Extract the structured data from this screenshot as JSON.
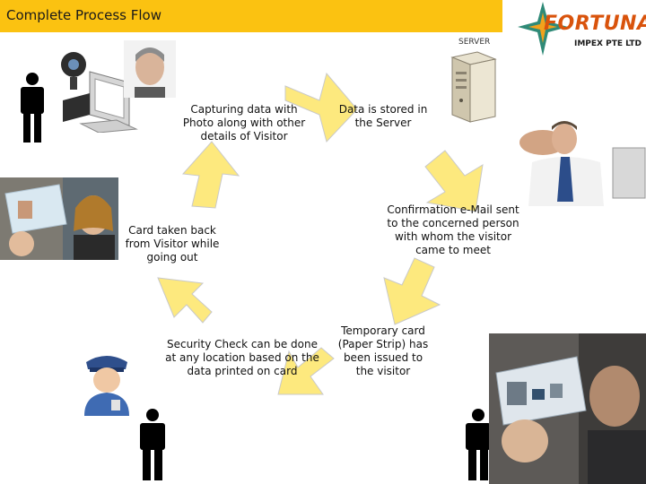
{
  "header": {
    "title": "Complete Process Flow"
  },
  "logo": {
    "name": "FORTUNA",
    "subtitle": "IMPEX PTE LTD"
  },
  "server": {
    "label": "SERVER"
  },
  "steps": [
    {
      "text": "Capturing data with Photo along with other details of Visitor"
    },
    {
      "text": "Data is stored in the Server"
    },
    {
      "text": "Confirmation e-Mail sent to the concerned person with whom the visitor came to meet"
    },
    {
      "text": "Temporary card (Paper Strip) has been issued to the visitor"
    },
    {
      "text": "Security Check can be done at any location based on the data printed on card"
    },
    {
      "text": "Card taken back from Visitor while going out"
    }
  ],
  "colors": {
    "header": "#fbc211",
    "arrow": "#fde97e",
    "arrow_stroke": "#c9c9c9",
    "logo": "#d9530c"
  }
}
